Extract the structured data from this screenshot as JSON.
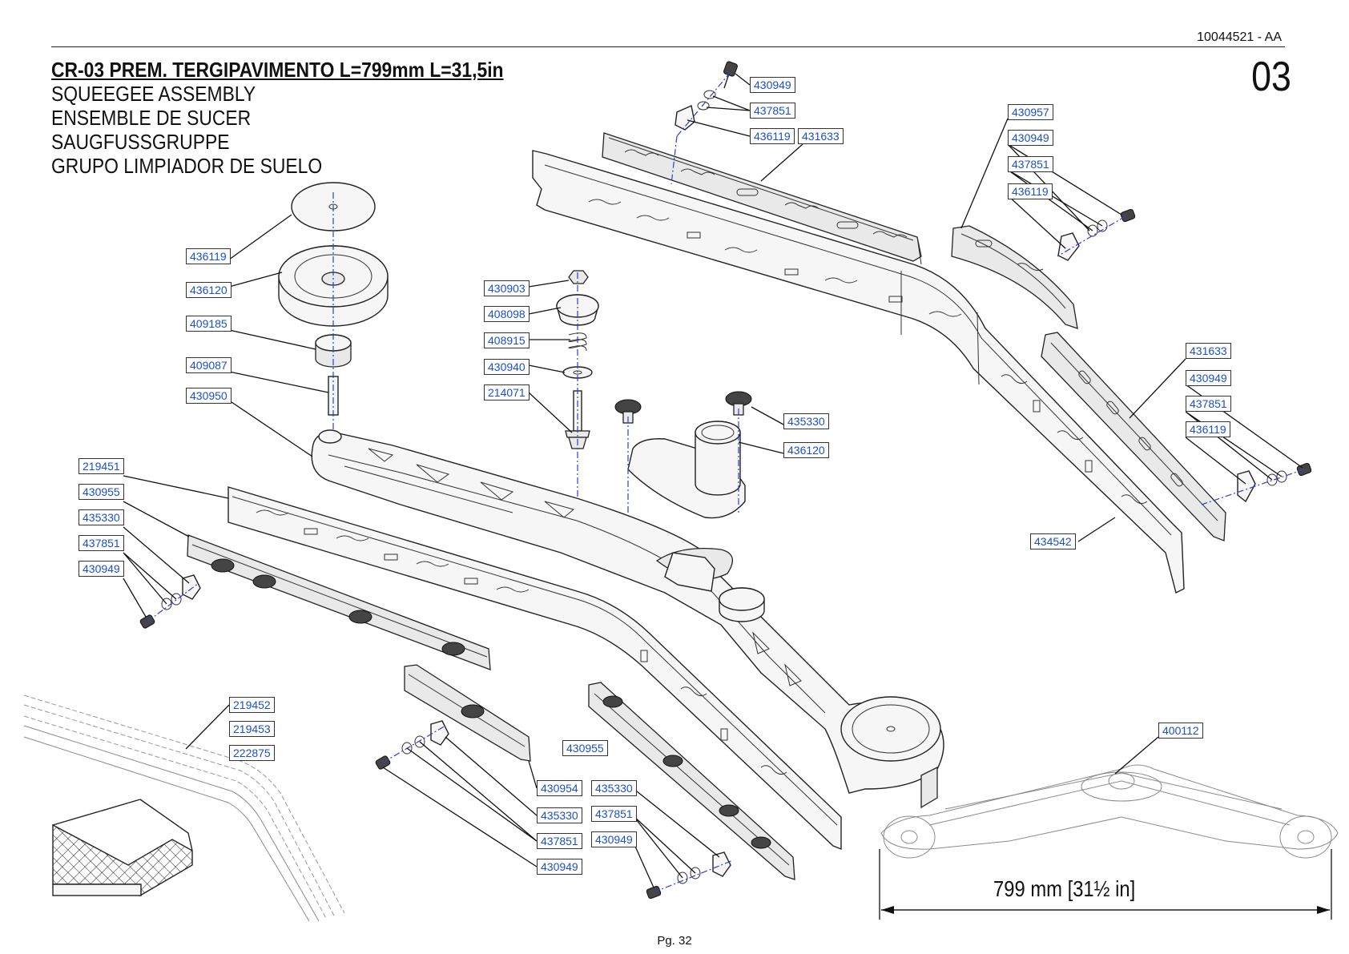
{
  "header": {
    "doc_number": "10044521 - AA",
    "sheet_number": "03"
  },
  "titles": [
    "CR-03 PREM. TERGIPAVIMENTO L=799mm L=31,5in",
    "SQUEEGEE ASSEMBLY",
    "ENSEMBLE DE SUCER",
    "SAUGFUSSGRUPPE",
    "GRUPO LIMPIADOR DE SUELO"
  ],
  "colors": {
    "callout_text": "#1a4fd0",
    "axis_line": "#2a3fd8",
    "outline": "#222222"
  },
  "callouts": [
    "430949",
    "437851",
    "436119",
    "431633",
    "430957",
    "430949",
    "437851",
    "436119",
    "436119",
    "436120",
    "409185",
    "409087",
    "430950",
    "430903",
    "408098",
    "408915",
    "430940",
    "214071",
    "435330",
    "436120",
    "431633",
    "430949",
    "437851",
    "436119",
    "434542",
    "219451",
    "430955",
    "435330",
    "437851",
    "430949",
    "219452",
    "219453",
    "222875",
    "430955",
    "430954",
    "435330",
    "437851",
    "430949",
    "435330",
    "437851",
    "430949",
    "400112"
  ],
  "dimension": {
    "label": "799 mm [31½ in]"
  },
  "footer": {
    "page": "Pg. 32"
  }
}
